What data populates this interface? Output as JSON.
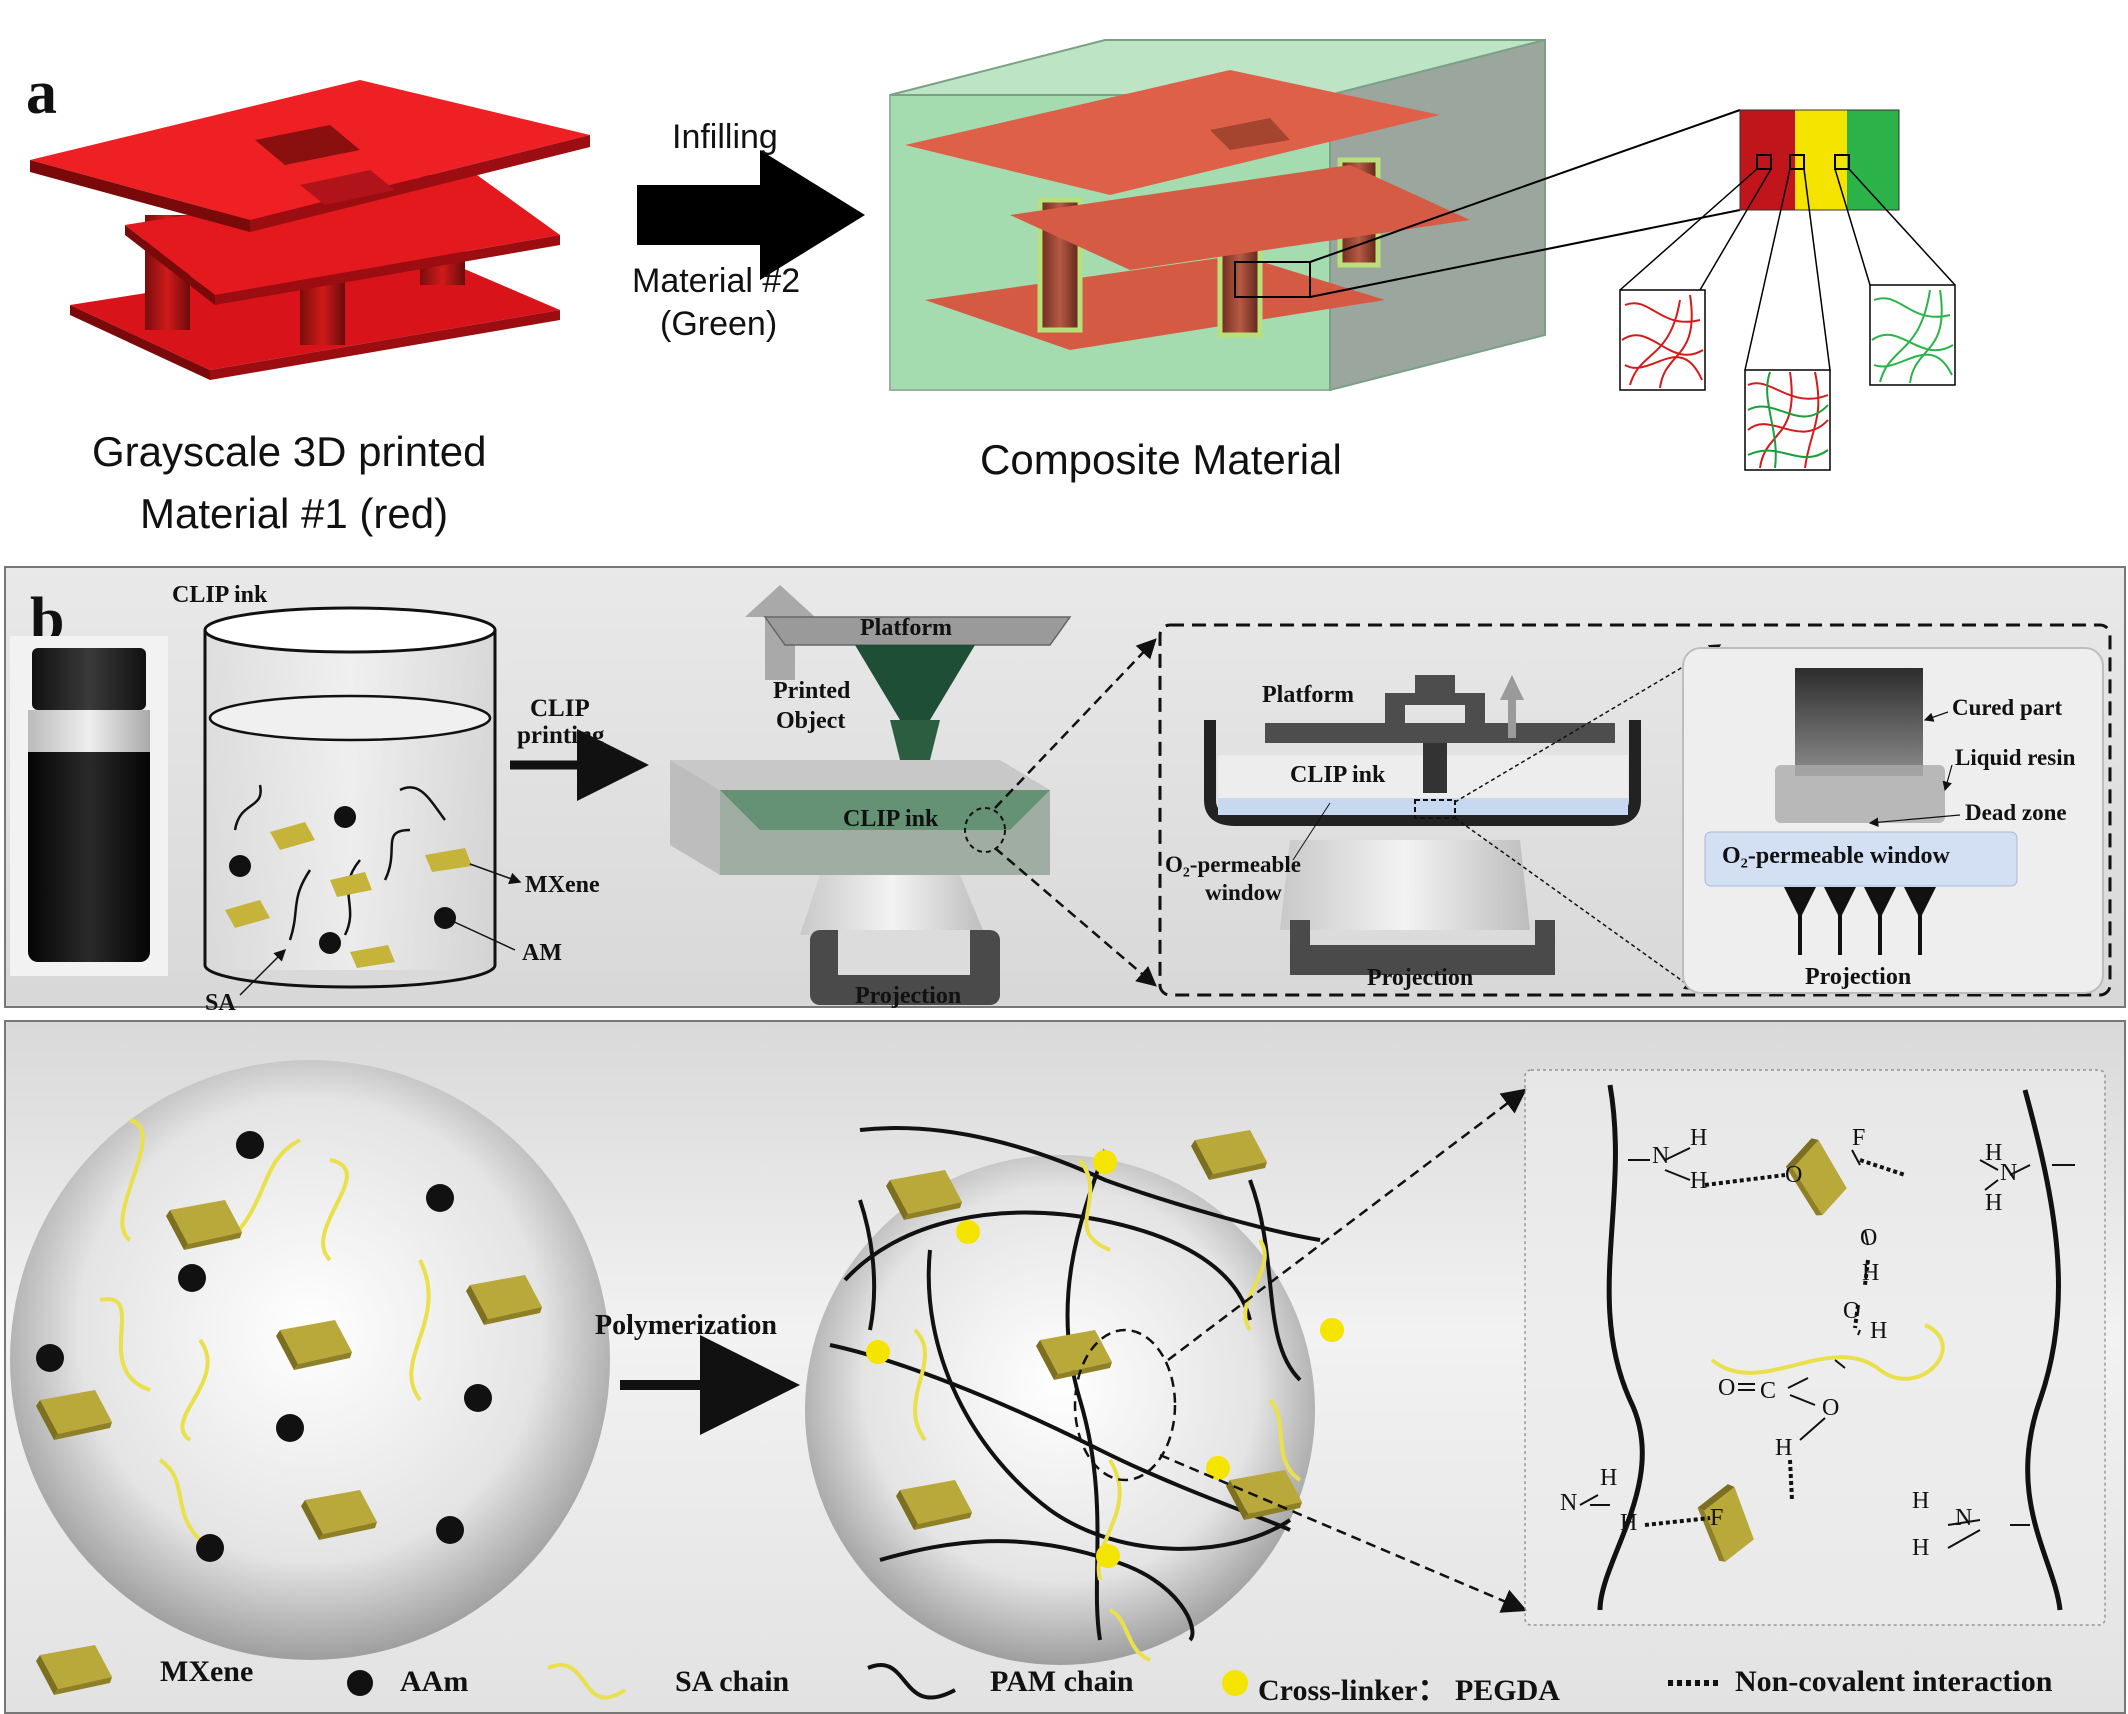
{
  "panel_a": {
    "letter": "a",
    "infill_label": "Infilling",
    "material2_line1": "Material #2",
    "material2_line2": "(Green)",
    "caption_left_line1": "Grayscale 3D printed",
    "caption_left_line2": "Material #1 (red)",
    "caption_right": "Composite Material",
    "colors": {
      "red": "#e8201a",
      "green": "#2bb34a",
      "yellow": "#f5e400",
      "darkred": "#c0161b"
    }
  },
  "panel_b": {
    "letter": "b",
    "clip_ink_title": "CLIP ink",
    "clip_printing_line1": "CLIP",
    "clip_printing_line2": "printing",
    "mxene_label": "MXene",
    "am_label": "AM",
    "sa_label": "SA",
    "platform_label": "Platform",
    "printed_object_line1": "Printed",
    "printed_object_line2": "Object",
    "clip_ink_label": "CLIP ink",
    "projection_label": "Projection",
    "zoom": {
      "platform": "Platform",
      "clip_ink": "CLIP ink",
      "o2_window_line1": "O₂-permeable",
      "o2_window_line2": "window",
      "projection": "Projection"
    },
    "detail": {
      "cured_part": "Cured part",
      "liquid_resin": "Liquid resin",
      "dead_zone": "Dead zone",
      "o2_window": "O₂-permeable window",
      "projection": "Projection"
    }
  },
  "panel_c": {
    "polymerization": "Polymerization",
    "chem": {
      "atoms_tl": [
        "N",
        "H",
        "H",
        "O"
      ],
      "atoms_tr": [
        "F",
        "H",
        "N",
        "H"
      ],
      "atoms_mid": [
        "O",
        "H",
        "O",
        "H",
        "O",
        "C",
        "O",
        "H"
      ],
      "atoms_bl": [
        "N",
        "H",
        "H",
        "F"
      ],
      "atoms_br": [
        "H",
        "N",
        "H"
      ]
    }
  },
  "legend": {
    "mxene": "MXene",
    "aam": "AAm",
    "sa_chain": "SA chain",
    "pam_chain": "PAM chain",
    "crosslinker": "Cross-linker： PEGDA",
    "noncovalent": "Non-covalent interaction"
  }
}
